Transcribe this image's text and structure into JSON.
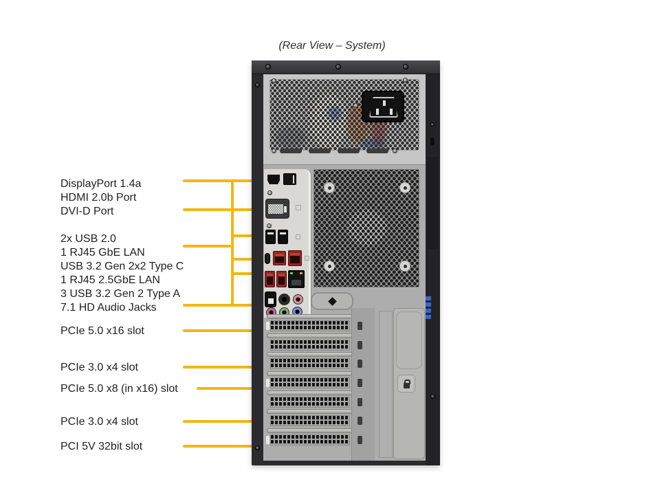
{
  "title": "(Rear View – System)",
  "callouts": {
    "display_group": {
      "items": [
        "DisplayPort 1.4a",
        "HDMI 2.0b Port",
        "DVI-D Port"
      ]
    },
    "usb_group": {
      "items": [
        "2x USB 2.0",
        "1 RJ45 GbE LAN",
        "USB 3.2 Gen 2x2 Type C",
        "1 RJ45 2.5GbE LAN",
        "3 USB 3.2 Gen 2 Type A",
        "7.1 HD Audio Jacks"
      ]
    },
    "slot_group": {
      "items": [
        "PCIe 5.0 x16 slot",
        "PCIe 3.0 x4 slot",
        "PCIe 5.0 x8 (in x16) slot",
        "PCIe 3.0 x4 slot",
        "PCI 5V 32bit slot"
      ]
    }
  },
  "icons": {
    "ports": [
      "hdmi-port",
      "displayport-port",
      "dvi-d-port",
      "usb2-port",
      "usb-c-port",
      "usb32-type-a-port",
      "rj45-gbe-port",
      "rj45-2-5gbe-port",
      "spdif-optical-port",
      "audio-jack"
    ],
    "chassis": [
      "ac-power-inlet-icon",
      "rear-fan-grille",
      "pci-slot-cover",
      "slot-lock-icon",
      "chassis-screw"
    ]
  },
  "colors": {
    "callout": "#F5B513",
    "usb_red": "#8F2723",
    "blue_clip": "#3C66C4",
    "audio_pink": "#D89098",
    "audio_magenta": "#C06A93",
    "audio_green": "#84B077",
    "audio_blue": "#7C90C4"
  }
}
